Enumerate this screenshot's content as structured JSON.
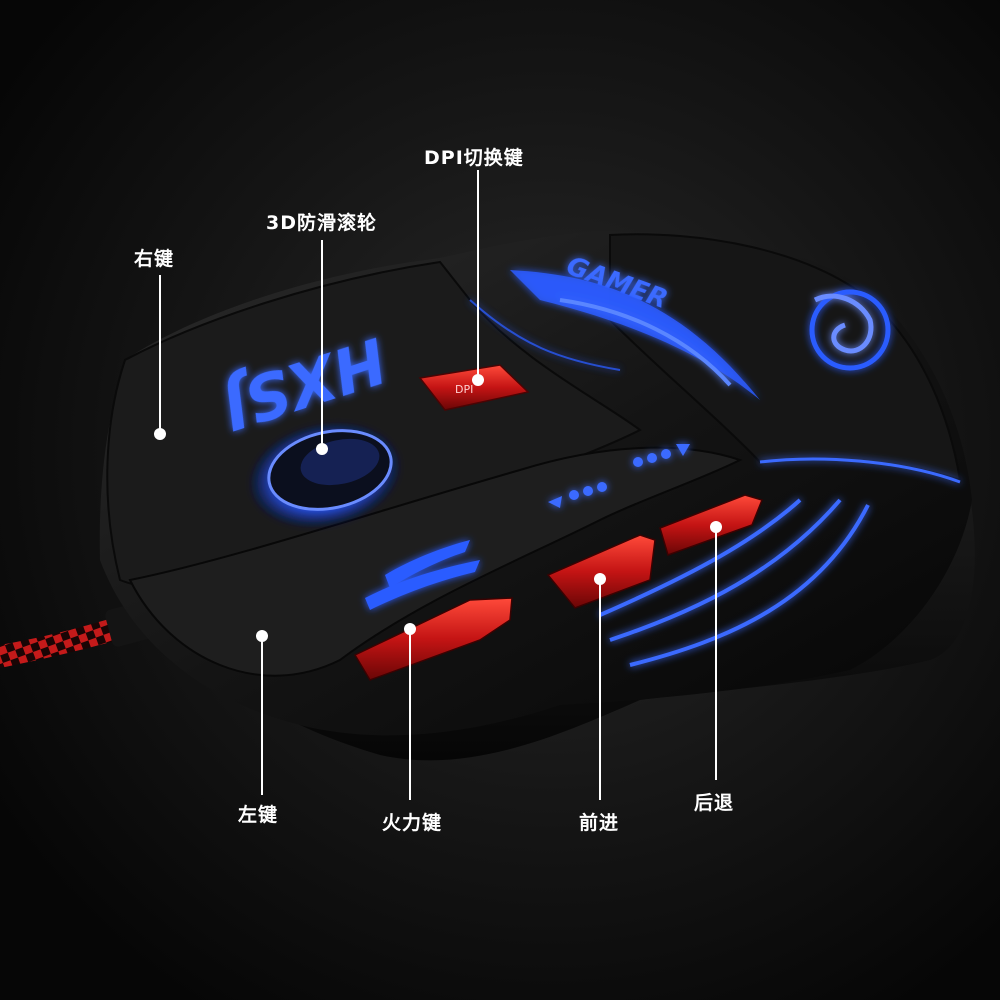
{
  "brand": {
    "logo_text": "HXSJ",
    "series_text": "GAMER"
  },
  "callouts": [
    {
      "id": "right-button",
      "text": "右键"
    },
    {
      "id": "scroll-wheel",
      "text": "3D防滑滚轮"
    },
    {
      "id": "dpi-button",
      "text": "DPI切换键"
    },
    {
      "id": "left-button",
      "text": "左键"
    },
    {
      "id": "fire-button",
      "text": "火力键"
    },
    {
      "id": "forward-button",
      "text": "前进"
    },
    {
      "id": "back-button",
      "text": "后退"
    }
  ],
  "colors": {
    "led_blue": "#3a6bff",
    "button_red": "#d01818",
    "shell_black": "#111111",
    "cable_red": "#c41a1a",
    "line_white": "#ffffff"
  }
}
